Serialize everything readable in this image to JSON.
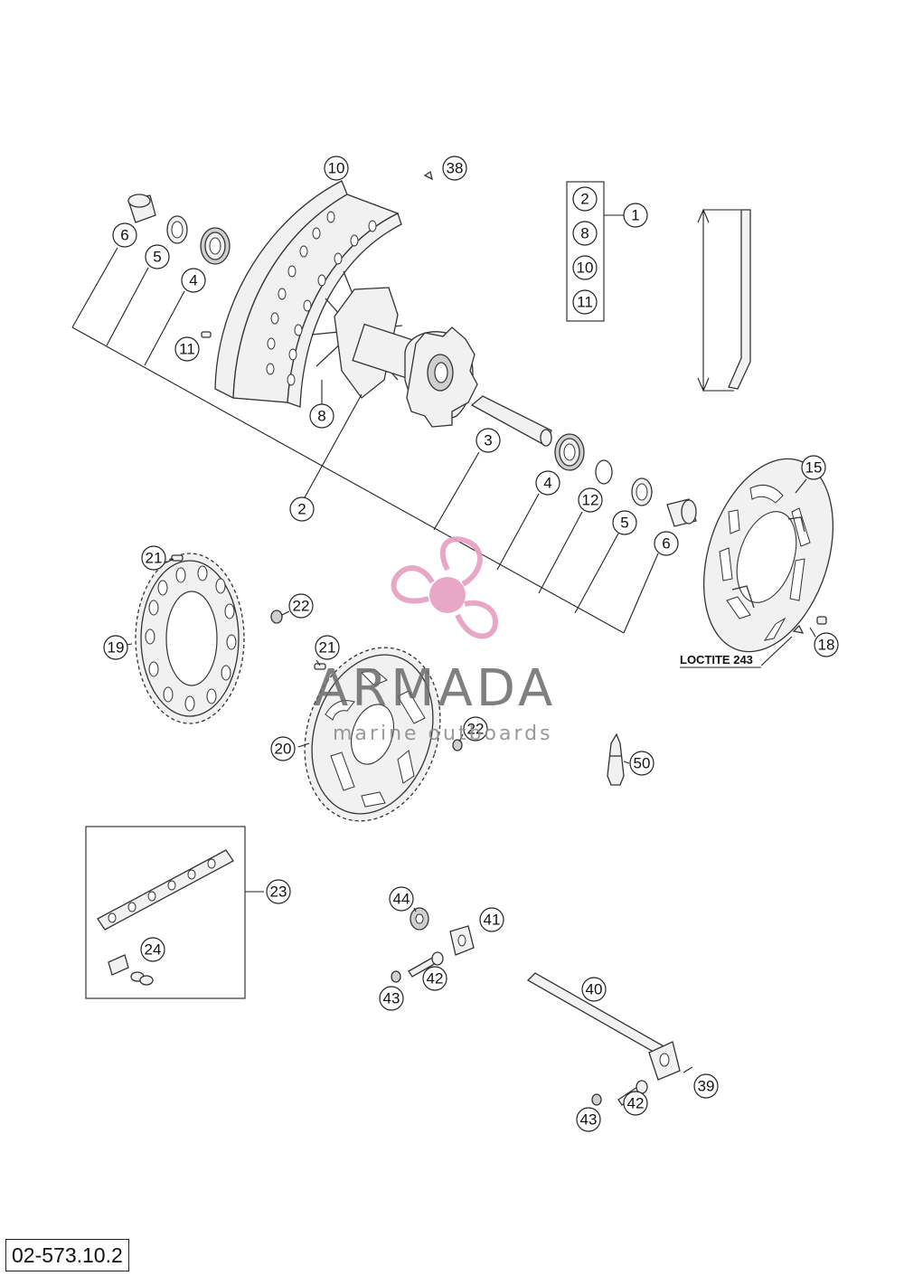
{
  "diagram_number": "02-573.10.2",
  "note_label": "LOCTITE 243",
  "watermark": {
    "brand": "ARMADA",
    "tagline": "marine outboards",
    "logo_color": "#e79ec2"
  },
  "callouts": {
    "c1": "1",
    "c2": "2",
    "c3": "3",
    "c4": "4",
    "c5": "5",
    "c6": "6",
    "c8": "8",
    "c10": "10",
    "c11": "11",
    "c12": "12",
    "c15": "15",
    "c18": "18",
    "c19": "19",
    "c20": "20",
    "c21": "21",
    "c22": "22",
    "c23": "23",
    "c24": "24",
    "c38": "38",
    "c39": "39",
    "c40": "40",
    "c41": "41",
    "c42": "42",
    "c43": "43",
    "c44": "44",
    "c50": "50"
  }
}
